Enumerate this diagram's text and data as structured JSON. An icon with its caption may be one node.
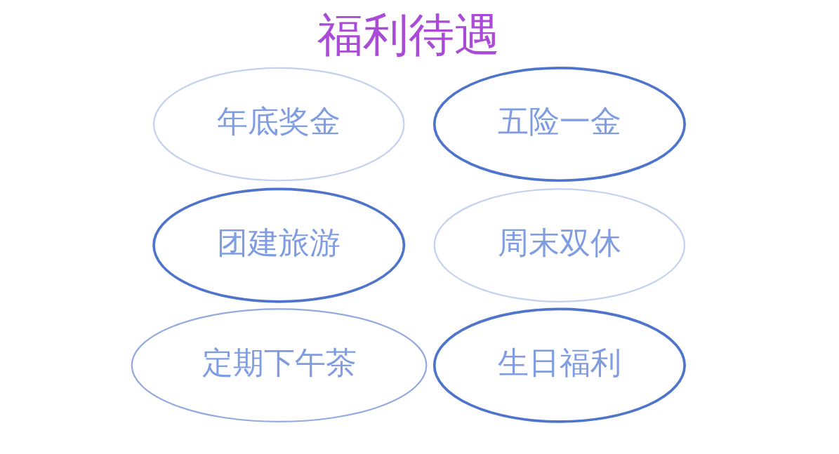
{
  "diagram": {
    "title": "福利待遇",
    "nodes": [
      {
        "text": [
          "年底奖金"
        ]
      },
      {
        "text": [
          "五险一金"
        ]
      },
      {
        "text": [
          "团建旅游"
        ]
      },
      {
        "text": [
          "周末双休"
        ]
      },
      {
        "text": [
          "定期下午茶"
        ]
      },
      {
        "text": [
          "生日福利"
        ]
      }
    ]
  }
}
